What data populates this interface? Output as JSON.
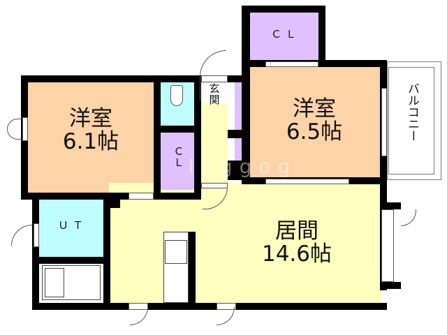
{
  "floor_plan": {
    "rooms": [
      {
        "id": "western-room-1",
        "name": "洋室",
        "size": "6.1帖",
        "color": "#fdd3a8"
      },
      {
        "id": "western-room-2",
        "name": "洋室",
        "size": "6.5帖",
        "color": "#fdd3a8"
      },
      {
        "id": "living-room",
        "name": "居間",
        "size": "14.6帖",
        "color": "#ffffc0"
      },
      {
        "id": "closet-top",
        "name": "ＣＬ",
        "color": "#e0c0ff"
      },
      {
        "id": "closet-middle",
        "name_line1": "Ｃ",
        "name_line2": "Ｌ",
        "color": "#e0c0ff"
      },
      {
        "id": "entrance",
        "name_line1": "玄",
        "name_line2": "関",
        "color": "#ffffc0"
      },
      {
        "id": "utility",
        "name": "ＵＴ",
        "color": "#c0ffff"
      },
      {
        "id": "toilet",
        "color": "#c0ffff"
      },
      {
        "id": "balcony",
        "name": "バルコニー"
      }
    ],
    "watermark": "loggog",
    "colors": {
      "wall": "#000000",
      "western": "#fdd3a8",
      "living": "#ffffc0",
      "closet": "#e0c0ff",
      "water": "#c0ffff"
    }
  }
}
